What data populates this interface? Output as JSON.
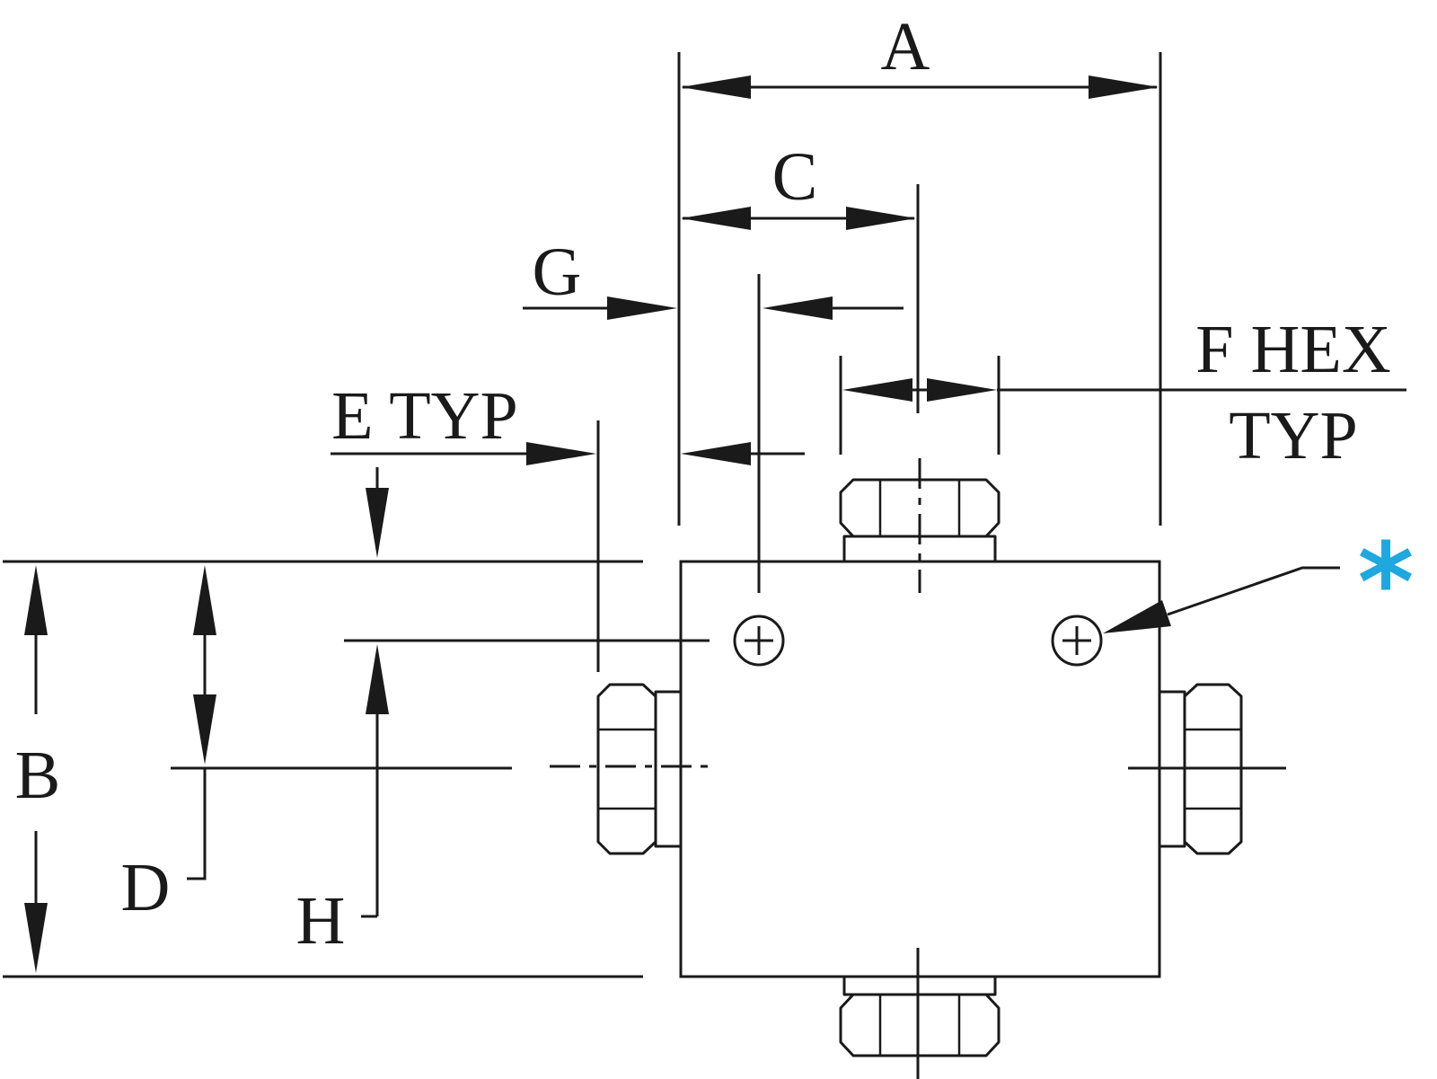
{
  "labels": {
    "a": "A",
    "b": "B",
    "c": "C",
    "d": "D",
    "e": "E TYP",
    "f_line1": "F HEX",
    "f_line2": "TYP",
    "g": "G",
    "h": "H"
  },
  "callout": {
    "symbol": "*",
    "color": "#1fa8e0"
  },
  "colors": {
    "line": "#1a1a1a",
    "background": "#ffffff"
  }
}
